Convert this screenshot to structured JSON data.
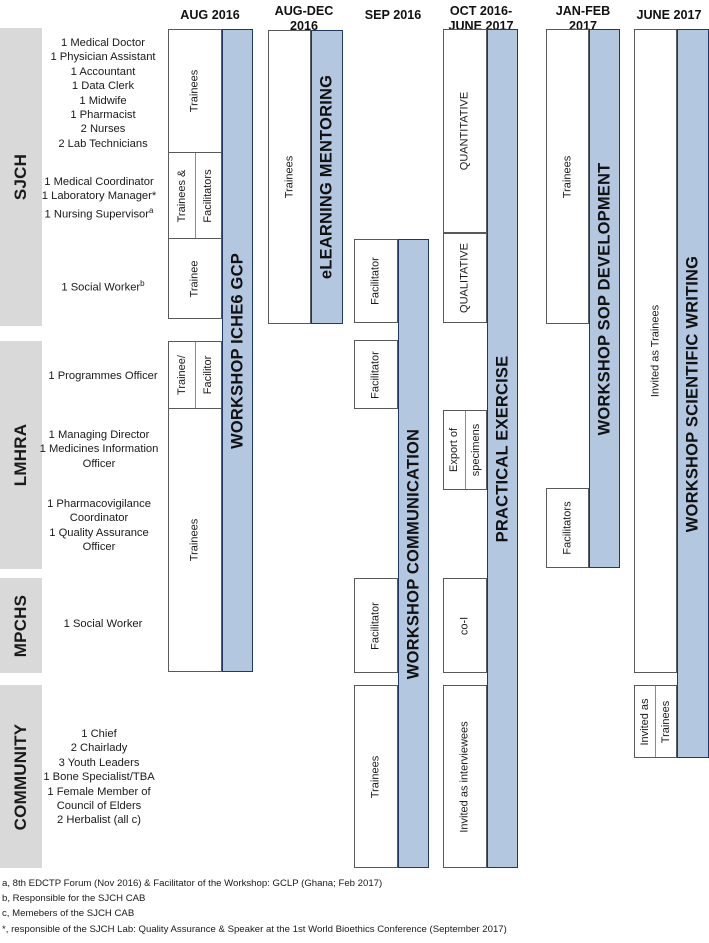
{
  "chart_data": {
    "type": "table",
    "title": "Capacity building activities timeline by institution",
    "columns": [
      "AUG 2016",
      "AUG-DEC 2016",
      "SEP 2016",
      "OCT 2016-JUNE 2017",
      "JAN-FEB 2017",
      "JUNE 2017"
    ],
    "activities": [
      "WORKSHOP ICHE6 GCP",
      "eLEARNING MENTORING",
      "WORKSHOP COMMUNICATION",
      "PRACTICAL EXERCISE",
      "WORKSHOP SOP DEVELOPMENT",
      "WORKSHOP SCIENTIFIC WRITING"
    ],
    "row_groups": [
      "SJCH",
      "LMHRA",
      "MPCHS",
      "COMMUNITY"
    ]
  },
  "groups": [
    {
      "label": "SJCH"
    },
    {
      "label": "LMHRA"
    },
    {
      "label": "MPCHS"
    },
    {
      "label": "COMMUNITY"
    }
  ],
  "roles": {
    "sjch_block1": [
      "1 Medical Doctor",
      "1 Physician Assistant",
      "1 Accountant",
      "1 Data Clerk",
      "1 Midwife",
      "1 Pharmacist",
      "2 Nurses",
      "2 Lab Technicians"
    ],
    "sjch_block2_line1": "1 Medical Coordinator",
    "sjch_block2_line2": "1 Laboratory Manager*",
    "sjch_block2_line3_text": "1 Nursing Supervisor",
    "sjch_block2_line3_sup": "a",
    "sjch_block3_text": "1 Social Worker",
    "sjch_block3_sup": "b",
    "lmhra_block1": [
      "1 Programmes Officer"
    ],
    "lmhra_block2": [
      "1 Managing Director",
      "1 Medicines Information",
      "Officer"
    ],
    "lmhra_block3": [
      "1 Pharmacovigilance",
      "Coordinator",
      "1 Quality Assurance",
      "Officer"
    ],
    "mpchs_block": [
      "1 Social Worker"
    ],
    "community_block": [
      "1 Chief",
      "2 Chairlady",
      "3 Youth Leaders",
      "1 Bone Specialist/TBA",
      "1 Female Member of",
      "Council of Elders",
      "2 Herbalist (all c)"
    ]
  },
  "columns": [
    {
      "id": "col1",
      "header_line1": "AUG 2016",
      "header_line2": "",
      "activity": "WORKSHOP ICHE6 GCP"
    },
    {
      "id": "col2",
      "header_line1": "AUG-DEC",
      "header_line2": "2016",
      "activity": "eLEARNING MENTORING"
    },
    {
      "id": "col3",
      "header_line1": "SEP 2016",
      "header_line2": "",
      "activity": "WORKSHOP COMMUNICATION"
    },
    {
      "id": "col4",
      "header_line1": "OCT 2016-",
      "header_line2": "JUNE 2017",
      "activity": "PRACTICAL EXERCISE"
    },
    {
      "id": "col5",
      "header_line1": "JAN-FEB",
      "header_line2": "2017",
      "activity": "WORKSHOP SOP DEVELOPMENT"
    },
    {
      "id": "col6",
      "header_line1": "JUNE 2017",
      "header_line2": "",
      "activity": "WORKSHOP SCIENTIFIC WRITING"
    }
  ],
  "cells": {
    "c1_trainees_top": "Trainees",
    "c1_trainees_amp": "Trainees &",
    "c1_facilitators": "Facilitators",
    "c1_trainee": "Trainee",
    "c1_trainee_slash": "Trainee/",
    "c1_facilitor": "Facilitor",
    "c1_trainees_bottom": "Trainees",
    "c2_trainees": "Trainees",
    "c3_facilitator_1": "Facilitator",
    "c3_facilitator_2": "Facilitator",
    "c3_facilitator_3": "Facilitator",
    "c3_trainees": "Trainees",
    "c4_quantitative": "QUANTITATIVE",
    "c4_qualitative": "QUALITATIVE",
    "c4_export_1": "Export of",
    "c4_export_2": "specimens",
    "c4_coi": "co-I",
    "c4_interviewees": "Invited as interviewees",
    "c5_trainees": "Trainees",
    "c5_facilitators": "Facilitators",
    "c6_invited_trainees_top": "Invited as Trainees",
    "c6_invited_1": "Invited as",
    "c6_invited_2": "Trainees"
  },
  "footnotes": [
    "a, 8th EDCTP Forum (Nov 2016) & Facilitator of the Workshop: GCLP (Ghana; Feb 2017)",
    "b, Responsible for the SJCH CAB",
    "c, Memebers of the SJCH CAB",
    "*, responsible of the SJCH Lab: Quality Assurance & Speaker at the 1st World Bioethics Conference (September 2017)"
  ],
  "colors": {
    "activity_bar": "#b4c7e0",
    "activity_bar_border": "#1f3864",
    "group_label_bg": "#d9d9d9",
    "cell_border": "#595959"
  }
}
